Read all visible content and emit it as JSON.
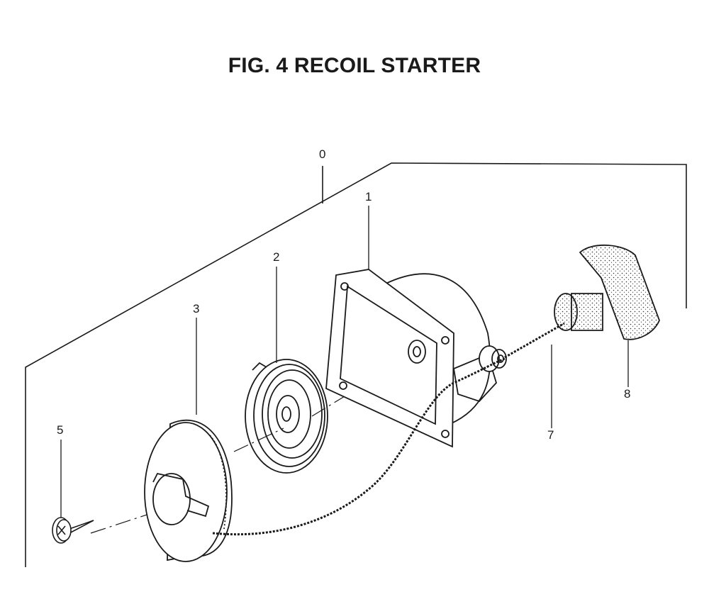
{
  "figure": {
    "title": "FIG. 4 RECOIL STARTER"
  },
  "callouts": {
    "assembly": "0",
    "case": "1",
    "spring": "2",
    "reel": "3",
    "screw": "5",
    "rope": "7",
    "handle": "8"
  }
}
